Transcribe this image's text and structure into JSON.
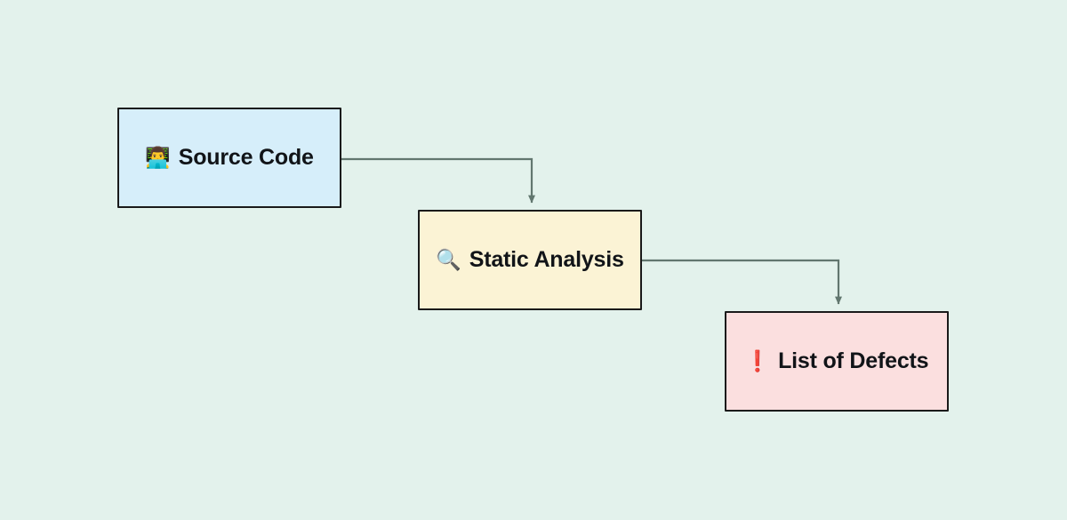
{
  "diagram": {
    "background_color": "#e3f2ec",
    "edge_color": "#62776f",
    "border_color": "#1a1a1a",
    "nodes": [
      {
        "id": "source-code",
        "icon": "👨‍💻",
        "icon_name": "person-at-laptop-icon",
        "label": "Source Code",
        "fill_color": "#d6eefa"
      },
      {
        "id": "static-analysis",
        "icon": "🔍",
        "icon_name": "magnifying-glass-icon",
        "label": "Static Analysis",
        "fill_color": "#fbf3d5"
      },
      {
        "id": "list-of-defects",
        "icon": "❗",
        "icon_name": "exclamation-mark-icon",
        "label": "List of Defects",
        "fill_color": "#fbdfdf"
      }
    ],
    "edges": [
      {
        "id": "edge-source-to-static",
        "from": "source-code",
        "to": "static-analysis"
      },
      {
        "id": "edge-static-to-defects",
        "from": "static-analysis",
        "to": "list-of-defects"
      }
    ]
  }
}
